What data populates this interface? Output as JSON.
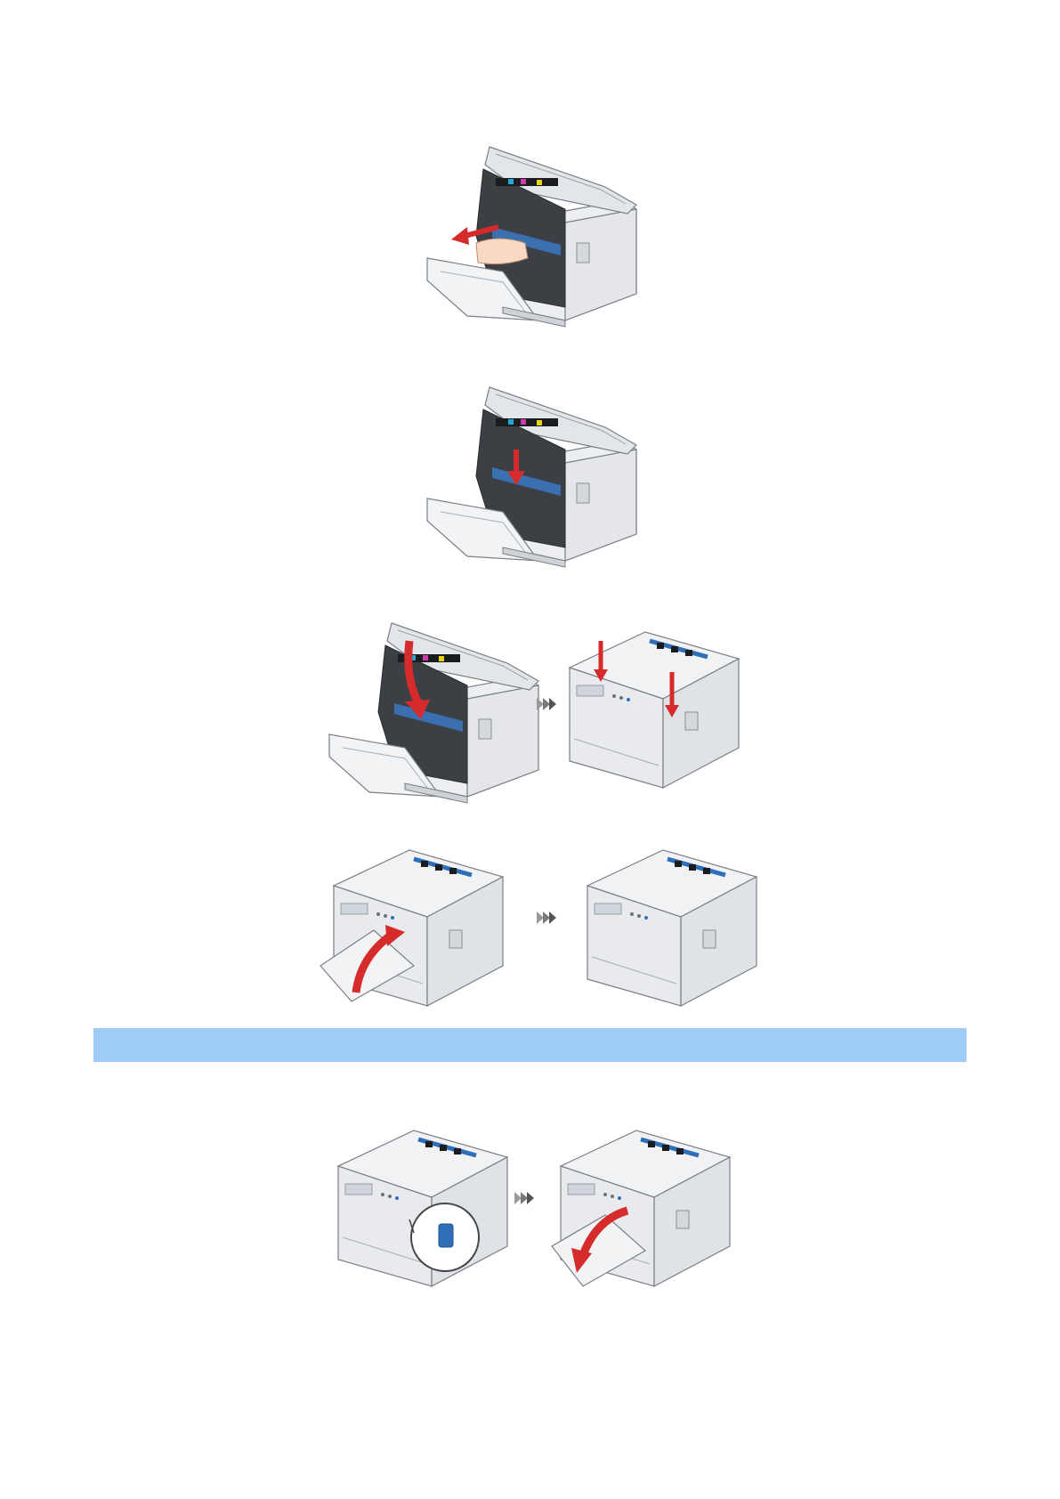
{
  "page": {
    "background": "#ffffff"
  },
  "section_bar": {
    "color": "#9fcbf9",
    "text": ""
  },
  "colors": {
    "printer_body": "#eceef1",
    "printer_edge": "#7a7f86",
    "accent_blue": "#2f6fb8",
    "arrow_red": "#d62b2b",
    "chevron": "#666666"
  },
  "steps": [
    {
      "id": "step-1",
      "icon": "pull-lever-illustration",
      "arrow": "red-horizontal-arrow"
    },
    {
      "id": "step-2",
      "icon": "press-down-illustration",
      "arrow": "red-down-arrow"
    },
    {
      "id": "step-3",
      "icons": [
        "close-scanner-illustration",
        "press-top-cover-illustration"
      ],
      "separator": "chevron-right-icon"
    },
    {
      "id": "step-4",
      "icons": [
        "close-front-cover-illustration",
        "closed-printer-illustration"
      ],
      "separator": "chevron-right-icon"
    },
    {
      "id": "step-5",
      "icons": [
        "front-cover-release-illustration",
        "open-front-cover-illustration"
      ],
      "separator": "chevron-right-icon"
    }
  ]
}
